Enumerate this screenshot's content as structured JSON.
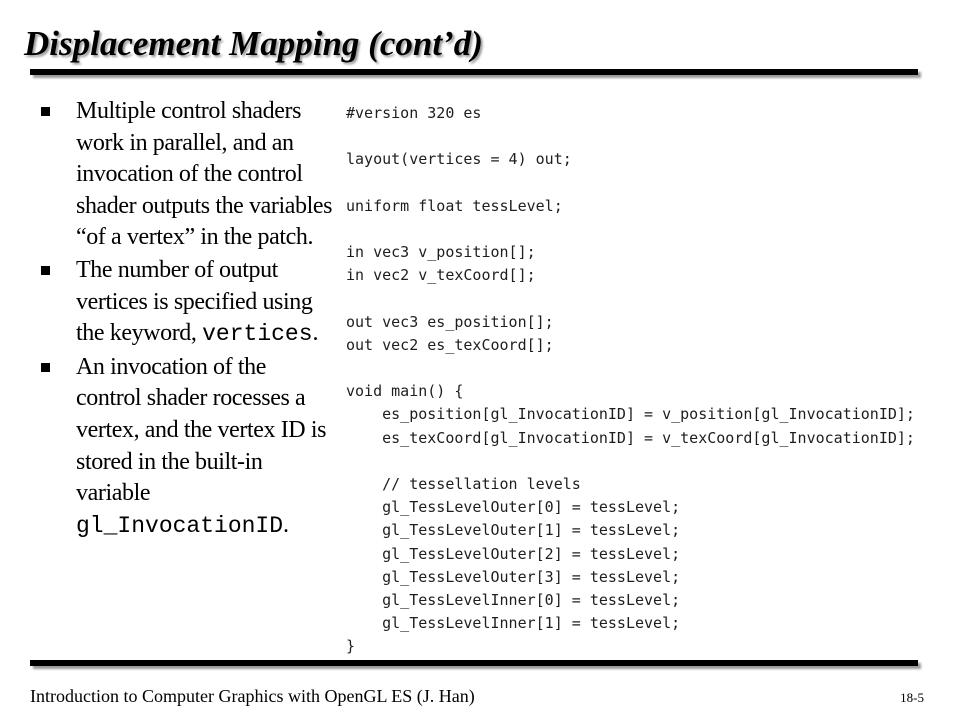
{
  "slide": {
    "title": "Displacement Mapping (cont’d)",
    "bullets": [
      {
        "text": "Multiple control shaders work in parallel, and an invocation of the control shader outputs the variables “of a vertex” in the patch."
      },
      {
        "text": "The number of output vertices is specified using the keyword, ",
        "code": "vertices",
        "suffix": "."
      },
      {
        "text": "An invocation of the control shader rocesses a vertex, and the vertex ID is stored in the built-in variable ",
        "code": "gl_InvocationID",
        "suffix": "."
      }
    ],
    "code_lines": [
      "#version 320 es",
      "",
      "layout(vertices = 4) out;",
      "",
      "uniform float tessLevel;",
      "",
      "in vec3 v_position[];",
      "in vec2 v_texCoord[];",
      "",
      "out vec3 es_position[];",
      "out vec2 es_texCoord[];",
      "",
      "void main() {",
      "    es_position[gl_InvocationID] = v_position[gl_InvocationID];",
      "    es_texCoord[gl_InvocationID] = v_texCoord[gl_InvocationID];",
      "",
      "    // tessellation levels",
      "    gl_TessLevelOuter[0] = tessLevel;",
      "    gl_TessLevelOuter[1] = tessLevel;",
      "    gl_TessLevelOuter[2] = tessLevel;",
      "    gl_TessLevelOuter[3] = tessLevel;",
      "    gl_TessLevelInner[0] = tessLevel;",
      "    gl_TessLevelInner[1] = tessLevel;",
      "}"
    ],
    "footer": "Introduction to Computer Graphics with OpenGL ES (J. Han)",
    "page_number": "18-5"
  }
}
